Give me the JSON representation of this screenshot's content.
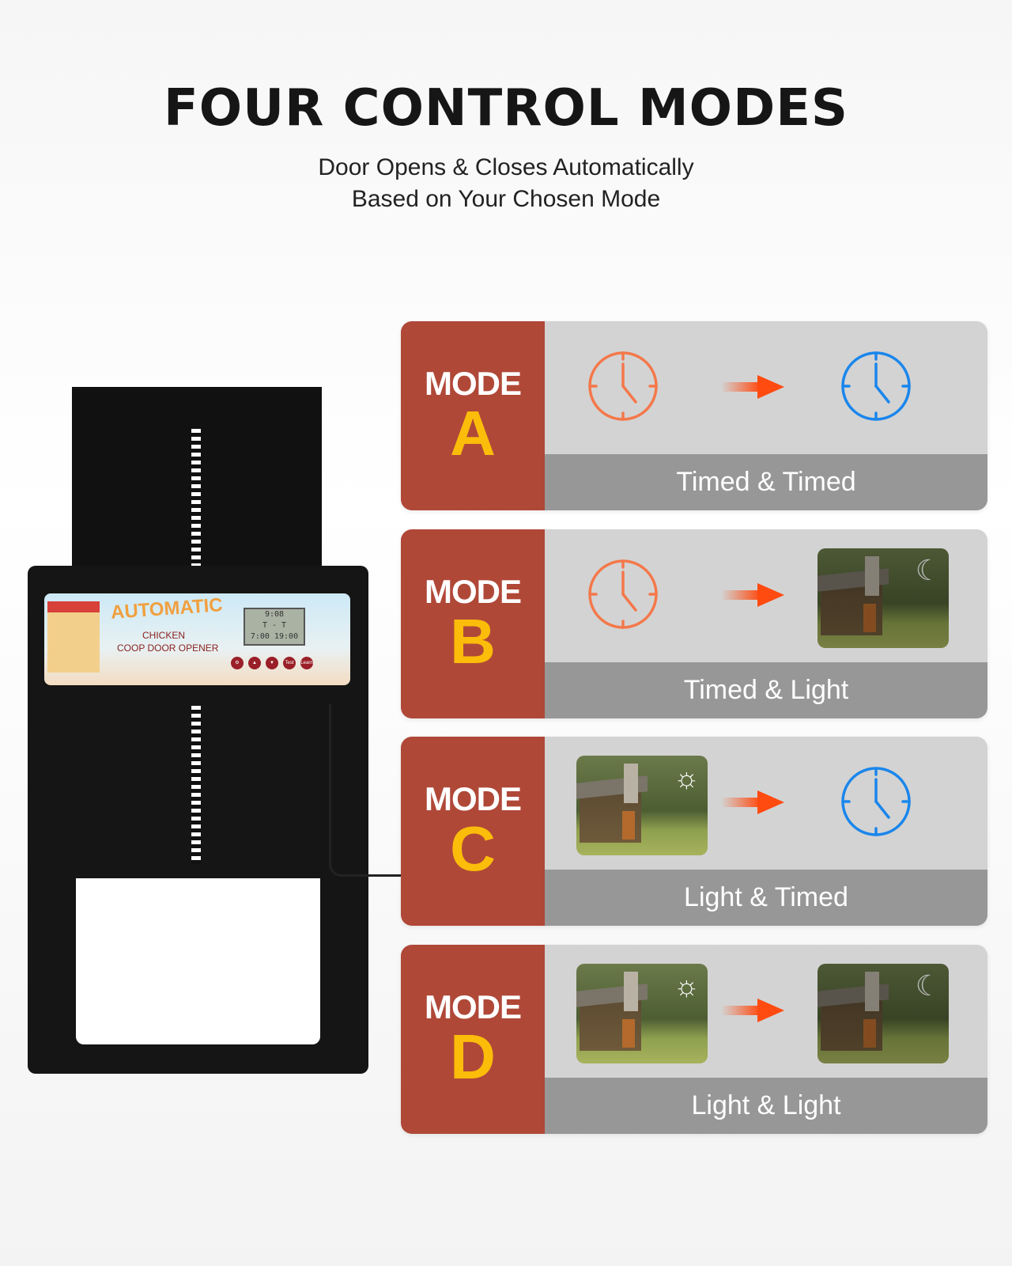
{
  "header": {
    "title": "FOUR CONTROL MODES",
    "subtitle_line1": "Door Opens & Closes Automatically",
    "subtitle_line2": "Based on Your Chosen Mode"
  },
  "product": {
    "brand_word": "AUTOMATIC",
    "line1": "CHICKEN",
    "line2": "COOP DOOR OPENER",
    "lcd_time": "9:08",
    "lcd_mode": "T - T",
    "lcd_open": "7:00",
    "lcd_close": "19:00",
    "buttons": [
      "⚙",
      "▲",
      "▼",
      "Test",
      "Learn"
    ]
  },
  "colors": {
    "mode_bg": "#b04838",
    "mode_letter": "#fbbd0a",
    "card_bg": "#d3d3d3",
    "label_bar": "#979797",
    "clock_open": "#f4784a",
    "clock_close": "#1a86ec",
    "arrow": "#ff4a10"
  },
  "modes": [
    {
      "word": "MODE",
      "letter": "A",
      "label": "Timed & Timed",
      "open": "clock-icon",
      "close": "clock-icon"
    },
    {
      "word": "MODE",
      "letter": "B",
      "label": "Timed & Light",
      "open": "clock-icon",
      "close": "night-photo-moon"
    },
    {
      "word": "MODE",
      "letter": "C",
      "label": "Light & Timed",
      "open": "day-photo-sun",
      "close": "clock-icon"
    },
    {
      "word": "MODE",
      "letter": "D",
      "label": "Light & Light",
      "open": "day-photo-sun",
      "close": "night-photo-moon"
    }
  ]
}
